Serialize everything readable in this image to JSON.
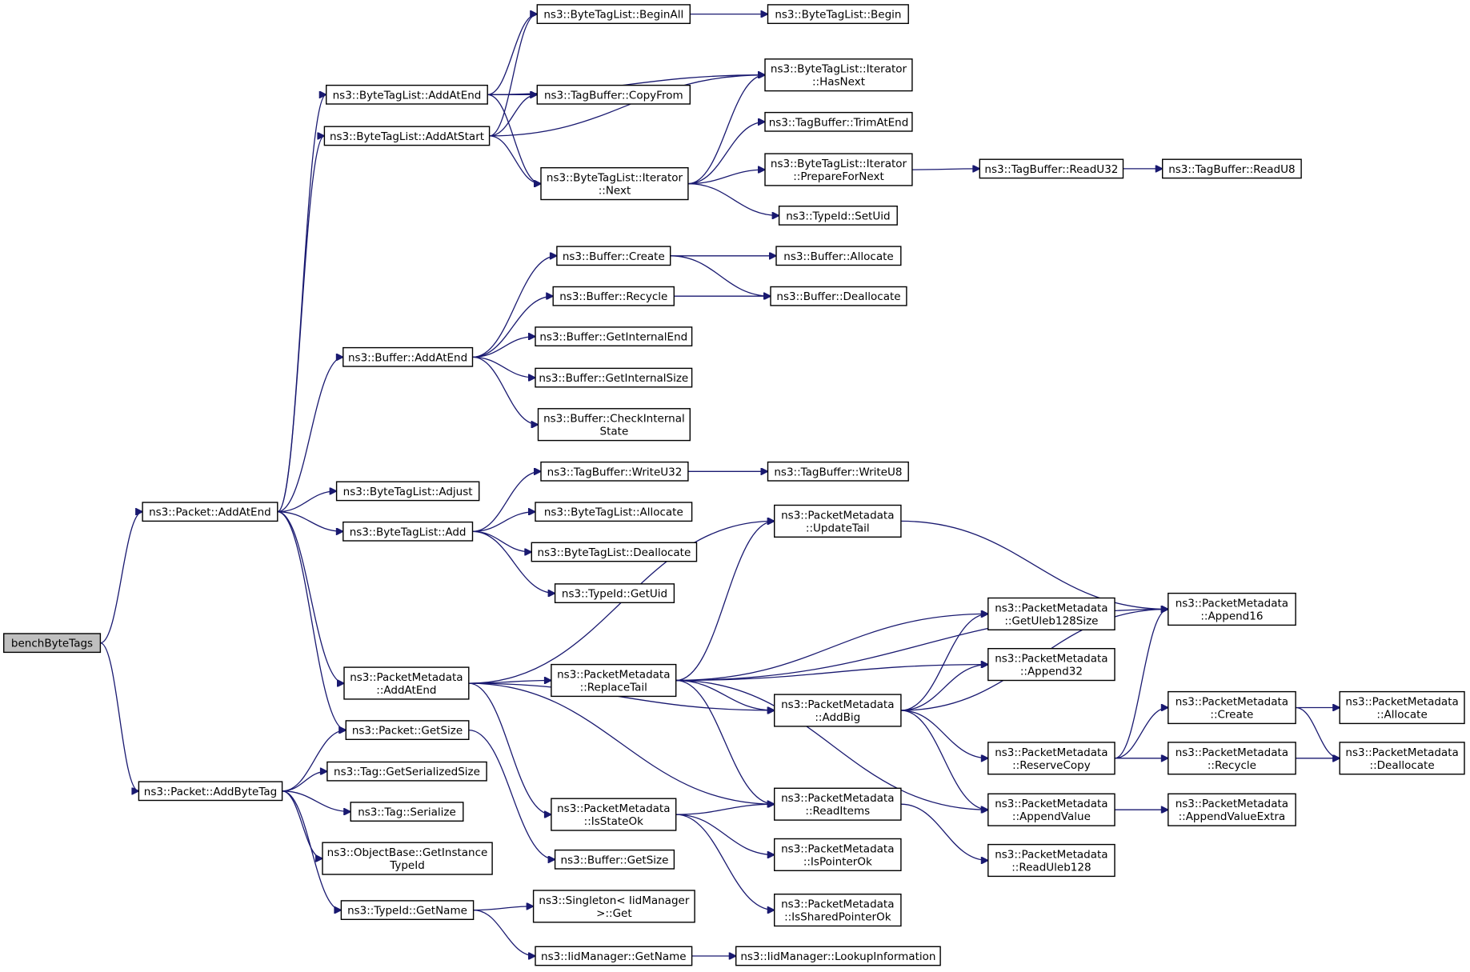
{
  "nodes": [
    {
      "id": "bench",
      "lines": [
        "benchByteTags"
      ],
      "root": true
    },
    {
      "id": "pkt_addatend",
      "lines": [
        "ns3::Packet::AddAtEnd"
      ]
    },
    {
      "id": "pkt_addbytetag",
      "lines": [
        "ns3::Packet::AddByteTag"
      ]
    },
    {
      "id": "btl_addatend",
      "lines": [
        "ns3::ByteTagList::AddAtEnd"
      ]
    },
    {
      "id": "btl_addatstart",
      "lines": [
        "ns3::ByteTagList::AddAtStart"
      ]
    },
    {
      "id": "btl_beginall",
      "lines": [
        "ns3::ByteTagList::BeginAll"
      ]
    },
    {
      "id": "btl_begin",
      "lines": [
        "ns3::ByteTagList::Begin"
      ]
    },
    {
      "id": "btl_it_hasnext",
      "lines": [
        "ns3::ByteTagList::Iterator",
        "::HasNext"
      ]
    },
    {
      "id": "tb_copyfrom",
      "lines": [
        "ns3::TagBuffer::CopyFrom"
      ]
    },
    {
      "id": "tb_trimatend",
      "lines": [
        "ns3::TagBuffer::TrimAtEnd"
      ]
    },
    {
      "id": "btl_it_next",
      "lines": [
        "ns3::ByteTagList::Iterator",
        "::Next"
      ]
    },
    {
      "id": "btl_it_preparefornext",
      "lines": [
        "ns3::ByteTagList::Iterator",
        "::PrepareForNext"
      ]
    },
    {
      "id": "tb_readu32",
      "lines": [
        "ns3::TagBuffer::ReadU32"
      ]
    },
    {
      "id": "tb_readu8",
      "lines": [
        "ns3::TagBuffer::ReadU8"
      ]
    },
    {
      "id": "typeid_setuid",
      "lines": [
        "ns3::TypeId::SetUid"
      ]
    },
    {
      "id": "buf_create",
      "lines": [
        "ns3::Buffer::Create"
      ]
    },
    {
      "id": "buf_allocate",
      "lines": [
        "ns3::Buffer::Allocate"
      ]
    },
    {
      "id": "buf_recycle",
      "lines": [
        "ns3::Buffer::Recycle"
      ]
    },
    {
      "id": "buf_deallocate",
      "lines": [
        "ns3::Buffer::Deallocate"
      ]
    },
    {
      "id": "buf_addatend",
      "lines": [
        "ns3::Buffer::AddAtEnd"
      ]
    },
    {
      "id": "buf_getinternalend",
      "lines": [
        "ns3::Buffer::GetInternalEnd"
      ]
    },
    {
      "id": "buf_getinternalsize",
      "lines": [
        "ns3::Buffer::GetInternalSize"
      ]
    },
    {
      "id": "buf_checkinternalstate",
      "lines": [
        "ns3::Buffer::CheckInternal",
        "State"
      ]
    },
    {
      "id": "btl_adjust",
      "lines": [
        "ns3::ByteTagList::Adjust"
      ]
    },
    {
      "id": "tb_writeu32",
      "lines": [
        "ns3::TagBuffer::WriteU32"
      ]
    },
    {
      "id": "tb_writeu8",
      "lines": [
        "ns3::TagBuffer::WriteU8"
      ]
    },
    {
      "id": "btl_add",
      "lines": [
        "ns3::ByteTagList::Add"
      ]
    },
    {
      "id": "btl_allocate",
      "lines": [
        "ns3::ByteTagList::Allocate"
      ]
    },
    {
      "id": "btl_deallocate",
      "lines": [
        "ns3::ByteTagList::Deallocate"
      ]
    },
    {
      "id": "typeid_getuid",
      "lines": [
        "ns3::TypeId::GetUid"
      ]
    },
    {
      "id": "pm_updatetail",
      "lines": [
        "ns3::PacketMetadata",
        "::UpdateTail"
      ]
    },
    {
      "id": "pm_append16",
      "lines": [
        "ns3::PacketMetadata",
        "::Append16"
      ]
    },
    {
      "id": "pm_getuleb128size",
      "lines": [
        "ns3::PacketMetadata",
        "::GetUleb128Size"
      ]
    },
    {
      "id": "pm_append32",
      "lines": [
        "ns3::PacketMetadata",
        "::Append32"
      ]
    },
    {
      "id": "pm_addatend",
      "lines": [
        "ns3::PacketMetadata",
        "::AddAtEnd"
      ]
    },
    {
      "id": "pm_replacetail",
      "lines": [
        "ns3::PacketMetadata",
        "::ReplaceTail"
      ]
    },
    {
      "id": "pm_addbig",
      "lines": [
        "ns3::PacketMetadata",
        "::AddBig"
      ]
    },
    {
      "id": "pm_create",
      "lines": [
        "ns3::PacketMetadata",
        "::Create"
      ]
    },
    {
      "id": "pm_allocate",
      "lines": [
        "ns3::PacketMetadata",
        "::Allocate"
      ]
    },
    {
      "id": "pm_reservecopy",
      "lines": [
        "ns3::PacketMetadata",
        "::ReserveCopy"
      ]
    },
    {
      "id": "pm_recycle",
      "lines": [
        "ns3::PacketMetadata",
        "::Recycle"
      ]
    },
    {
      "id": "pm_deallocate",
      "lines": [
        "ns3::PacketMetadata",
        "::Deallocate"
      ]
    },
    {
      "id": "pkt_getsize",
      "lines": [
        "ns3::Packet::GetSize"
      ]
    },
    {
      "id": "tag_getserializedsize",
      "lines": [
        "ns3::Tag::GetSerializedSize"
      ]
    },
    {
      "id": "tag_serialize",
      "lines": [
        "ns3::Tag::Serialize"
      ]
    },
    {
      "id": "pm_isstateok",
      "lines": [
        "ns3::PacketMetadata",
        "::IsStateOk"
      ]
    },
    {
      "id": "pm_readitems",
      "lines": [
        "ns3::PacketMetadata",
        "::ReadItems"
      ]
    },
    {
      "id": "pm_appendvalue",
      "lines": [
        "ns3::PacketMetadata",
        "::AppendValue"
      ]
    },
    {
      "id": "pm_appendvalueextra",
      "lines": [
        "ns3::PacketMetadata",
        "::AppendValueExtra"
      ]
    },
    {
      "id": "ob_getinstancetypeid",
      "lines": [
        "ns3::ObjectBase::GetInstance",
        "TypeId"
      ]
    },
    {
      "id": "buf_getsize",
      "lines": [
        "ns3::Buffer::GetSize"
      ]
    },
    {
      "id": "pm_ispointerok",
      "lines": [
        "ns3::PacketMetadata",
        "::IsPointerOk"
      ]
    },
    {
      "id": "pm_readuleb128",
      "lines": [
        "ns3::PacketMetadata",
        "::ReadUleb128"
      ]
    },
    {
      "id": "typeid_getname",
      "lines": [
        "ns3::TypeId::GetName"
      ]
    },
    {
      "id": "singleton_get",
      "lines": [
        "ns3::Singleton< IidManager",
        " >::Get"
      ]
    },
    {
      "id": "pm_issharedpointerok",
      "lines": [
        "ns3::PacketMetadata",
        "::IsSharedPointerOk"
      ]
    },
    {
      "id": "iid_getname",
      "lines": [
        "ns3::IidManager::GetName"
      ]
    },
    {
      "id": "iid_lookupinformation",
      "lines": [
        "ns3::IidManager::LookupInformation"
      ]
    }
  ],
  "edges": [
    [
      "bench",
      "pkt_addatend"
    ],
    [
      "bench",
      "pkt_addbytetag"
    ],
    [
      "pkt_addatend",
      "btl_addatend"
    ],
    [
      "pkt_addatend",
      "btl_addatstart"
    ],
    [
      "pkt_addatend",
      "buf_addatend"
    ],
    [
      "pkt_addatend",
      "btl_adjust"
    ],
    [
      "pkt_addatend",
      "btl_add"
    ],
    [
      "pkt_addatend",
      "pm_addatend"
    ],
    [
      "pkt_addatend",
      "pkt_getsize"
    ],
    [
      "pkt_addbytetag",
      "pkt_getsize"
    ],
    [
      "pkt_addbytetag",
      "tag_getserializedsize"
    ],
    [
      "pkt_addbytetag",
      "tag_serialize"
    ],
    [
      "pkt_addbytetag",
      "ob_getinstancetypeid"
    ],
    [
      "pkt_addbytetag",
      "typeid_getname"
    ],
    [
      "btl_addatend",
      "btl_beginall"
    ],
    [
      "btl_addatend",
      "btl_it_hasnext"
    ],
    [
      "btl_addatend",
      "tb_copyfrom"
    ],
    [
      "btl_addatend",
      "btl_it_next"
    ],
    [
      "btl_addatstart",
      "btl_beginall"
    ],
    [
      "btl_addatstart",
      "tb_copyfrom"
    ],
    [
      "btl_addatstart",
      "btl_it_hasnext"
    ],
    [
      "btl_addatstart",
      "btl_it_next"
    ],
    [
      "btl_beginall",
      "btl_begin"
    ],
    [
      "btl_it_next",
      "btl_it_hasnext"
    ],
    [
      "btl_it_next",
      "tb_trimatend"
    ],
    [
      "btl_it_next",
      "btl_it_preparefornext"
    ],
    [
      "btl_it_next",
      "typeid_setuid"
    ],
    [
      "btl_it_preparefornext",
      "tb_readu32"
    ],
    [
      "tb_readu32",
      "tb_readu8"
    ],
    [
      "buf_addatend",
      "buf_create"
    ],
    [
      "buf_addatend",
      "buf_recycle"
    ],
    [
      "buf_addatend",
      "buf_getinternalend"
    ],
    [
      "buf_addatend",
      "buf_getinternalsize"
    ],
    [
      "buf_addatend",
      "buf_checkinternalstate"
    ],
    [
      "buf_create",
      "buf_allocate"
    ],
    [
      "buf_create",
      "buf_deallocate"
    ],
    [
      "buf_recycle",
      "buf_deallocate"
    ],
    [
      "btl_add",
      "tb_writeu32"
    ],
    [
      "btl_add",
      "btl_allocate"
    ],
    [
      "btl_add",
      "btl_deallocate"
    ],
    [
      "btl_add",
      "typeid_getuid"
    ],
    [
      "tb_writeu32",
      "tb_writeu8"
    ],
    [
      "pm_addatend",
      "pm_updatetail"
    ],
    [
      "pm_addatend",
      "pm_replacetail"
    ],
    [
      "pm_addatend",
      "pm_addbig"
    ],
    [
      "pm_addatend",
      "pm_readitems"
    ],
    [
      "pm_addatend",
      "pm_isstateok"
    ],
    [
      "pm_replacetail",
      "pm_updatetail"
    ],
    [
      "pm_replacetail",
      "pm_append16"
    ],
    [
      "pm_replacetail",
      "pm_getuleb128size"
    ],
    [
      "pm_replacetail",
      "pm_append32"
    ],
    [
      "pm_replacetail",
      "pm_addbig"
    ],
    [
      "pm_replacetail",
      "pm_appendvalue"
    ],
    [
      "pm_replacetail",
      "pm_readitems"
    ],
    [
      "pm_updatetail",
      "pm_append16"
    ],
    [
      "pm_addbig",
      "pm_getuleb128size"
    ],
    [
      "pm_addbig",
      "pm_append32"
    ],
    [
      "pm_addbig",
      "pm_append16"
    ],
    [
      "pm_addbig",
      "pm_reservecopy"
    ],
    [
      "pm_addbig",
      "pm_appendvalue"
    ],
    [
      "pm_reservecopy",
      "pm_append16"
    ],
    [
      "pm_reservecopy",
      "pm_create"
    ],
    [
      "pm_reservecopy",
      "pm_recycle"
    ],
    [
      "pm_create",
      "pm_allocate"
    ],
    [
      "pm_create",
      "pm_deallocate"
    ],
    [
      "pm_recycle",
      "pm_deallocate"
    ],
    [
      "pm_appendvalue",
      "pm_appendvalueextra"
    ],
    [
      "pm_isstateok",
      "pm_readitems"
    ],
    [
      "pm_isstateok",
      "pm_ispointerok"
    ],
    [
      "pm_isstateok",
      "pm_issharedpointerok"
    ],
    [
      "pm_readitems",
      "pm_readuleb128"
    ],
    [
      "pkt_getsize",
      "buf_getsize"
    ],
    [
      "typeid_getname",
      "singleton_get"
    ],
    [
      "typeid_getname",
      "iid_getname"
    ],
    [
      "iid_getname",
      "iid_lookupinformation"
    ]
  ]
}
